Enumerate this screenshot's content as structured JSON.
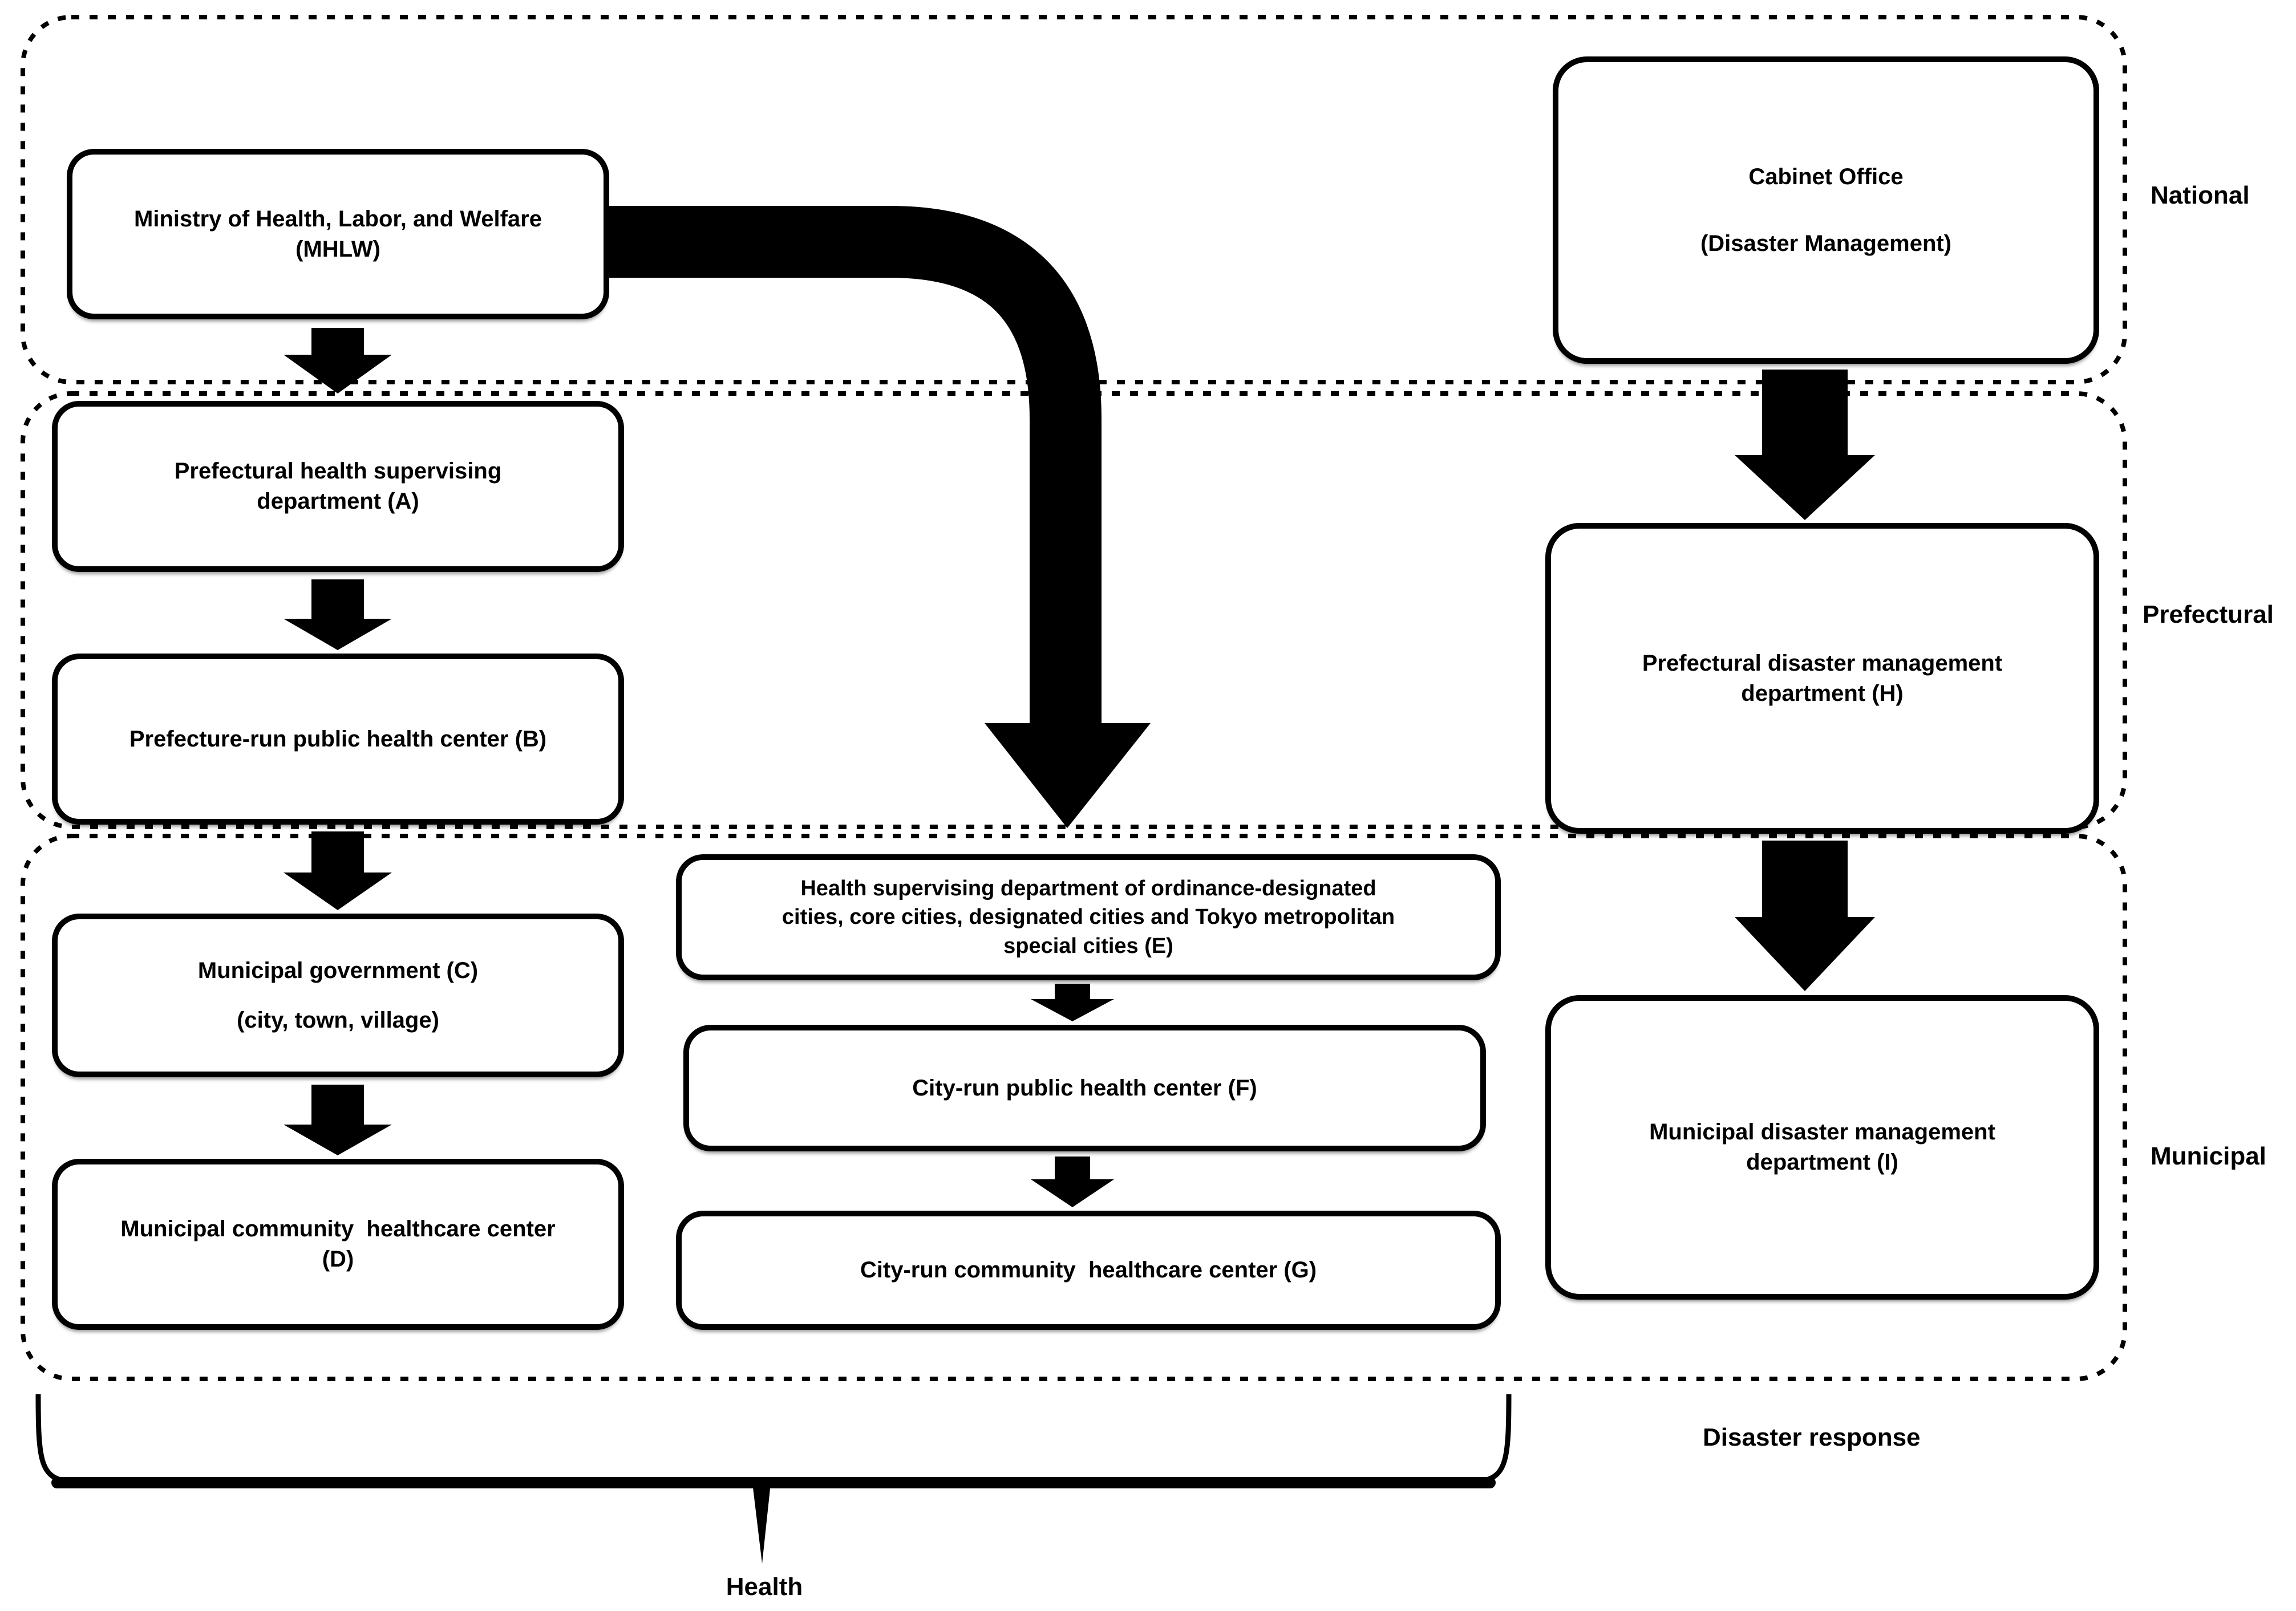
{
  "diagram": {
    "bands": {
      "national": {
        "label": "National"
      },
      "prefectural": {
        "label": "Prefectural"
      },
      "municipal": {
        "label": "Municipal"
      }
    },
    "nodes": {
      "mhlw": {
        "lines": [
          "Ministry of Health, Labor, and Welfare",
          "(MHLW)"
        ]
      },
      "cabinet": {
        "lines": [
          "Cabinet Office",
          "(Disaster Management)"
        ]
      },
      "a": {
        "lines": [
          "Prefectural health supervising",
          "department (A)"
        ]
      },
      "b": {
        "lines": [
          "Prefecture-run public health center (B)"
        ]
      },
      "h": {
        "lines": [
          "Prefectural disaster management",
          "department (H)"
        ]
      },
      "c": {
        "lines": [
          "Municipal government (C)",
          "(city, town, village)"
        ]
      },
      "d": {
        "lines": [
          "Municipal community  healthcare center",
          "(D)"
        ]
      },
      "e": {
        "lines": [
          "Health supervising department of ordinance-designated",
          "cities, core cities, designated cities and Tokyo metropolitan",
          "special cities (E)"
        ]
      },
      "f": {
        "lines": [
          "City-run public health center (F)"
        ]
      },
      "g": {
        "lines": [
          "City-run community  healthcare center (G)"
        ]
      },
      "i": {
        "lines": [
          "Municipal disaster management",
          "department (I)"
        ]
      }
    },
    "edges": [
      {
        "from": "mhlw",
        "to": "a",
        "style": "block-arrow"
      },
      {
        "from": "a",
        "to": "b",
        "style": "block-arrow"
      },
      {
        "from": "b",
        "to": "c",
        "style": "block-arrow"
      },
      {
        "from": "c",
        "to": "d",
        "style": "block-arrow"
      },
      {
        "from": "mhlw",
        "to": "e",
        "style": "thick-curved-arrow"
      },
      {
        "from": "e",
        "to": "f",
        "style": "block-arrow"
      },
      {
        "from": "f",
        "to": "g",
        "style": "block-arrow"
      },
      {
        "from": "cabinet",
        "to": "h",
        "style": "block-arrow"
      },
      {
        "from": "h",
        "to": "i",
        "style": "block-arrow"
      }
    ],
    "footer": {
      "health_label": "Health",
      "disaster_label": "Disaster response"
    },
    "colors": {
      "ink": "#000000",
      "background": "#ffffff"
    }
  }
}
